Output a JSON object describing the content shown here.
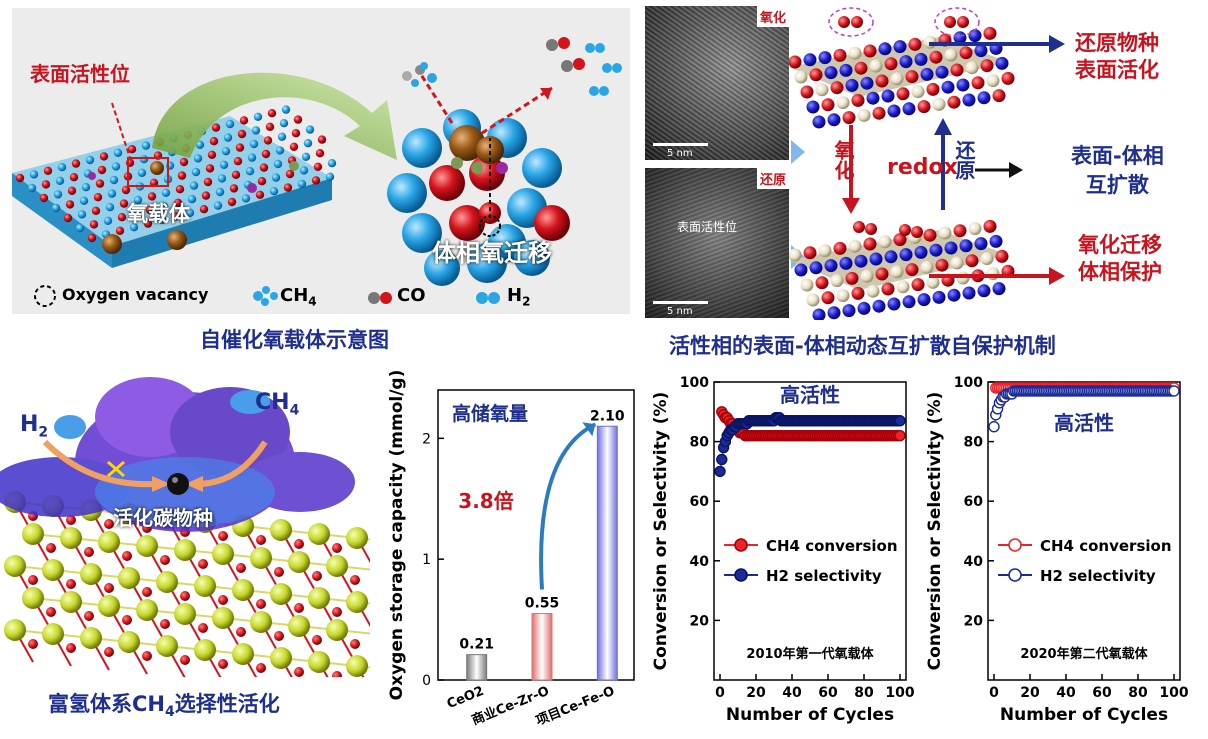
{
  "panel_a": {
    "site_label": "表面活性位",
    "carrier_label": "氧载体",
    "bulk_label": "体相氧迁移",
    "legend_vacancy": "Oxygen vacancy",
    "legend_ch4": "CH",
    "legend_ch4_sub": "4",
    "legend_co": "CO",
    "legend_h2": "H",
    "legend_h2_sub": "2",
    "caption": "自催化氧载体示意图"
  },
  "panel_b": {
    "tem_oxidized_tag": "氧化",
    "tem_reduced_tag": "还原",
    "tem_site_label": "表面活性位",
    "scale_top": "5 nm",
    "scale_bottom": "5 nm",
    "arrow_oxidize": "氧化",
    "arrow_reduce": "还原",
    "redox": "redox",
    "right_top_line1": "还原物种",
    "right_top_line2": "表面活化",
    "right_mid_line1": "表面-体相",
    "right_mid_line2": "互扩散",
    "right_bot_line1": "氧化迁移",
    "right_bot_line2": "体相保护",
    "caption": "活性相的表面-体相动态互扩散自保护机制"
  },
  "panel_c": {
    "h2_label": "H",
    "h2_sub": "2",
    "ch4_label": "CH",
    "ch4_sub": "4",
    "center_label": "活化碳物种",
    "caption_pre": "富氢体系CH",
    "caption_sub": "4",
    "caption_post": "选择性活化"
  },
  "chart_data": [
    {
      "type": "bar",
      "title": "高储氧量",
      "ylabel": "Oxygen storage capacity (mmol/g)",
      "categories": [
        "CeO2",
        "商业Ce-Zr-O",
        "项目Ce-Fe-O"
      ],
      "values": [
        0.21,
        0.55,
        2.1
      ],
      "value_labels": [
        "0.21",
        "0.55",
        "2.10"
      ],
      "yticks": [
        "0",
        "1",
        "2"
      ],
      "ylim": [
        0,
        2.4
      ],
      "annotation": "3.8倍",
      "colors": [
        "#7a7a7a",
        "#e06f6f",
        "#6f6fe0"
      ]
    },
    {
      "type": "scatter",
      "title": "高活性",
      "xlabel": "Number of Cycles",
      "ylabel": "Conversion or Selectivity (%)",
      "xlim": [
        0,
        100
      ],
      "ylim": [
        0,
        100
      ],
      "xticks": [
        "0",
        "20",
        "40",
        "60",
        "80",
        "100"
      ],
      "yticks": [
        "20",
        "40",
        "60",
        "80",
        "100"
      ],
      "note": "2010年第一代氧载体",
      "series": [
        {
          "name": "CH4 conversion",
          "style": "filled-red",
          "x": [
            1,
            2,
            3,
            4,
            5,
            6,
            7,
            8,
            9,
            10,
            11,
            12,
            13,
            14,
            15,
            16,
            17,
            18,
            19,
            20,
            21,
            22,
            23,
            24,
            25,
            26,
            27,
            28,
            29,
            30,
            31,
            32,
            33,
            34,
            35,
            36,
            37,
            38,
            39,
            40,
            41,
            42,
            43,
            44,
            45,
            46,
            47,
            48,
            49,
            50,
            51,
            52,
            53,
            54,
            55,
            56,
            57,
            58,
            59,
            60,
            61,
            62,
            63,
            64,
            65,
            66,
            67,
            68,
            69,
            70,
            71,
            72,
            73,
            74,
            75,
            76,
            77,
            78,
            79,
            80,
            81,
            82,
            83,
            84,
            85,
            86,
            87,
            88,
            89,
            90,
            91,
            92,
            93,
            94,
            95,
            96,
            97,
            98,
            99,
            100
          ],
          "y": [
            90,
            89,
            88,
            88,
            87,
            86,
            86,
            85,
            84,
            84,
            83,
            83,
            83,
            82,
            82,
            82,
            82,
            82,
            82,
            82,
            82,
            82,
            82,
            82,
            82,
            82,
            82,
            82,
            82,
            82,
            82,
            82,
            82,
            82,
            82,
            82,
            82,
            82,
            82,
            82,
            82,
            82,
            82,
            82,
            82,
            82,
            82,
            82,
            82,
            82,
            82,
            82,
            82,
            82,
            82,
            82,
            82,
            82,
            82,
            82,
            82,
            82,
            82,
            82,
            82,
            82,
            82,
            82,
            82,
            82,
            82,
            82,
            82,
            82,
            82,
            82,
            82,
            82,
            82,
            82,
            82,
            82,
            82,
            82,
            82,
            82,
            82,
            82,
            82,
            82,
            82,
            82,
            82,
            82,
            82,
            82,
            82,
            82,
            82,
            82
          ]
        },
        {
          "name": "H2 selectivity",
          "style": "filled-blue",
          "x": [
            0,
            1,
            2,
            3,
            4,
            5,
            6,
            7,
            8,
            9,
            10,
            11,
            12,
            13,
            14,
            15,
            16,
            17,
            18,
            19,
            20,
            21,
            22,
            23,
            24,
            25,
            26,
            27,
            28,
            29,
            30,
            31,
            32,
            33,
            34,
            35,
            36,
            37,
            38,
            39,
            40,
            41,
            42,
            43,
            44,
            45,
            46,
            47,
            48,
            49,
            50,
            51,
            52,
            53,
            54,
            55,
            56,
            57,
            58,
            59,
            60,
            61,
            62,
            63,
            64,
            65,
            66,
            67,
            68,
            69,
            70,
            71,
            72,
            73,
            74,
            75,
            76,
            77,
            78,
            79,
            80,
            81,
            82,
            83,
            84,
            85,
            86,
            87,
            88,
            89,
            90,
            91,
            92,
            93,
            94,
            95,
            96,
            97,
            98,
            99,
            100
          ],
          "y": [
            70,
            74,
            78,
            80,
            82,
            83,
            84,
            84,
            85,
            85,
            86,
            86,
            86,
            86,
            86,
            86,
            87,
            87,
            87,
            87,
            87,
            87,
            87,
            87,
            87,
            87,
            87,
            87,
            87,
            87,
            87,
            88,
            88,
            88,
            87,
            87,
            87,
            87,
            87,
            87,
            87,
            87,
            87,
            87,
            87,
            87,
            87,
            87,
            87,
            87,
            87,
            87,
            87,
            87,
            87,
            87,
            87,
            87,
            87,
            87,
            87,
            87,
            87,
            87,
            87,
            87,
            87,
            87,
            87,
            87,
            87,
            87,
            87,
            87,
            87,
            87,
            87,
            87,
            87,
            87,
            87,
            87,
            87,
            87,
            87,
            87,
            87,
            87,
            87,
            87,
            87,
            87,
            87,
            87,
            87,
            87,
            87,
            87,
            87,
            87,
            87
          ]
        }
      ],
      "legend": [
        "CH4 conversion",
        "H2 selectivity"
      ]
    },
    {
      "type": "scatter",
      "title": "高活性",
      "xlabel": "Number of Cycles",
      "ylabel": "Conversion or Selectivity (%)",
      "xlim": [
        0,
        100
      ],
      "ylim": [
        0,
        100
      ],
      "xticks": [
        "0",
        "20",
        "40",
        "60",
        "80",
        "100"
      ],
      "yticks": [
        "20",
        "40",
        "60",
        "80",
        "100"
      ],
      "note": "2020年第二代氧载体",
      "series": [
        {
          "name": "CH4 conversion",
          "style": "open-red",
          "x": [
            1,
            2,
            3,
            4,
            5,
            6,
            7,
            8,
            9,
            10,
            11,
            12,
            13,
            14,
            15,
            16,
            17,
            18,
            19,
            20,
            21,
            22,
            23,
            24,
            25,
            26,
            27,
            28,
            29,
            30,
            31,
            32,
            33,
            34,
            35,
            36,
            37,
            38,
            39,
            40,
            41,
            42,
            43,
            44,
            45,
            46,
            47,
            48,
            49,
            50,
            51,
            52,
            53,
            54,
            55,
            56,
            57,
            58,
            59,
            60,
            61,
            62,
            63,
            64,
            65,
            66,
            67,
            68,
            69,
            70,
            71,
            72,
            73,
            74,
            75,
            76,
            77,
            78,
            79,
            80,
            81,
            82,
            83,
            84,
            85,
            86,
            87,
            88,
            89,
            90,
            91,
            92,
            93,
            94,
            95,
            96,
            97,
            98,
            99,
            100
          ],
          "y": [
            98,
            98,
            98,
            98,
            98,
            98,
            98,
            98,
            98,
            98,
            98,
            98,
            98,
            98,
            98,
            98,
            98,
            98,
            98,
            98,
            98,
            98,
            98,
            98,
            98,
            98,
            98,
            98,
            98,
            98,
            98,
            98,
            98,
            98,
            98,
            98,
            98,
            98,
            98,
            98,
            98,
            98,
            98,
            98,
            98,
            98,
            98,
            98,
            98,
            98,
            98,
            98,
            98,
            98,
            98,
            98,
            98,
            98,
            98,
            98,
            98,
            98,
            98,
            98,
            98,
            98,
            98,
            98,
            98,
            98,
            98,
            98,
            98,
            98,
            98,
            98,
            98,
            98,
            98,
            98,
            98,
            98,
            98,
            98,
            98,
            98,
            98,
            98,
            98,
            98,
            98,
            98,
            98,
            98,
            98,
            98,
            98,
            98,
            98,
            98
          ]
        },
        {
          "name": "H2 selectivity",
          "style": "open-blue",
          "x": [
            0,
            1,
            2,
            3,
            4,
            5,
            6,
            7,
            8,
            9,
            10,
            11,
            12,
            13,
            14,
            15,
            16,
            17,
            18,
            19,
            20,
            21,
            22,
            23,
            24,
            25,
            26,
            27,
            28,
            29,
            30,
            31,
            32,
            33,
            34,
            35,
            36,
            37,
            38,
            39,
            40,
            41,
            42,
            43,
            44,
            45,
            46,
            47,
            48,
            49,
            50,
            51,
            52,
            53,
            54,
            55,
            56,
            57,
            58,
            59,
            60,
            61,
            62,
            63,
            64,
            65,
            66,
            67,
            68,
            69,
            70,
            71,
            72,
            73,
            74,
            75,
            76,
            77,
            78,
            79,
            80,
            81,
            82,
            83,
            84,
            85,
            86,
            87,
            88,
            89,
            90,
            91,
            92,
            93,
            94,
            95,
            96,
            97,
            98,
            99,
            100
          ],
          "y": [
            85,
            89,
            91,
            93,
            94,
            95,
            95,
            96,
            96,
            96,
            96,
            97,
            97,
            97,
            97,
            97,
            97,
            97,
            97,
            97,
            97,
            97,
            97,
            97,
            97,
            97,
            97,
            97,
            97,
            97,
            97,
            97,
            97,
            97,
            97,
            97,
            97,
            97,
            97,
            97,
            97,
            97,
            97,
            97,
            97,
            97,
            97,
            97,
            97,
            97,
            97,
            97,
            97,
            97,
            97,
            97,
            97,
            97,
            97,
            97,
            97,
            97,
            97,
            97,
            97,
            97,
            97,
            97,
            97,
            97,
            97,
            97,
            97,
            97,
            97,
            97,
            97,
            97,
            97,
            97,
            97,
            97,
            97,
            97,
            97,
            97,
            97,
            97,
            97,
            97,
            97,
            97,
            97,
            97,
            97,
            97,
            97,
            97,
            97,
            97,
            97
          ]
        }
      ],
      "legend": [
        "CH4 conversion",
        "H2 selectivity"
      ]
    }
  ]
}
